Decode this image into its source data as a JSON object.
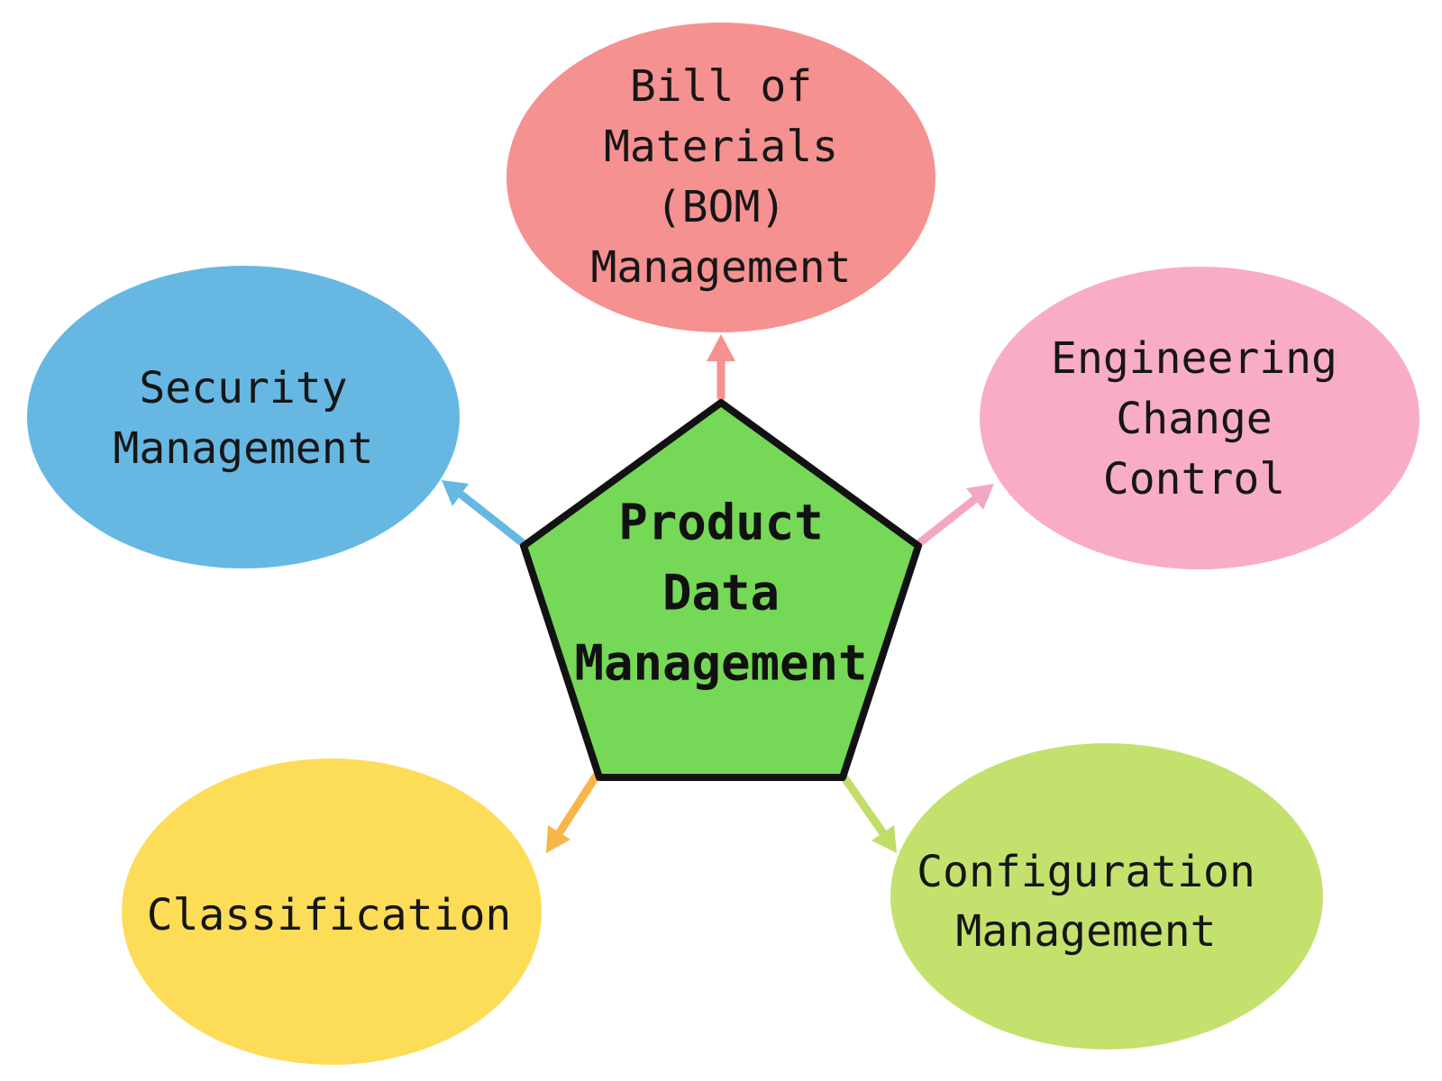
{
  "diagram": {
    "type": "radial-concept-diagram",
    "background": "#FFFFFF",
    "center": {
      "id": "product-data-management",
      "shape": "pentagon",
      "fill": "#76D857",
      "stroke": "#121212",
      "lines": [
        "Product",
        "Data",
        "Management"
      ]
    },
    "nodes": [
      {
        "id": "bom-management",
        "shape": "ellipse",
        "fill": "#F59190",
        "arrow_color": "#F59190",
        "lines": [
          "Bill of",
          "Materials",
          "(BOM)",
          "Management"
        ]
      },
      {
        "id": "engineering-change-control",
        "shape": "ellipse",
        "fill": "#F9ACC8",
        "arrow_color": "#F4A7C5",
        "lines": [
          "Engineering",
          "Change",
          "Control"
        ]
      },
      {
        "id": "configuration-management",
        "shape": "ellipse",
        "fill": "#C4E16E",
        "arrow_color": "#C1DD66",
        "lines": [
          "Configuration",
          "Management"
        ]
      },
      {
        "id": "classification",
        "shape": "ellipse",
        "fill": "#FDDC58",
        "arrow_color": "#F7B54A",
        "lines": [
          "Classification"
        ]
      },
      {
        "id": "security-management",
        "shape": "ellipse",
        "fill": "#66B8E3",
        "arrow_color": "#66B8E3",
        "lines": [
          "Security",
          "Management"
        ]
      }
    ]
  }
}
